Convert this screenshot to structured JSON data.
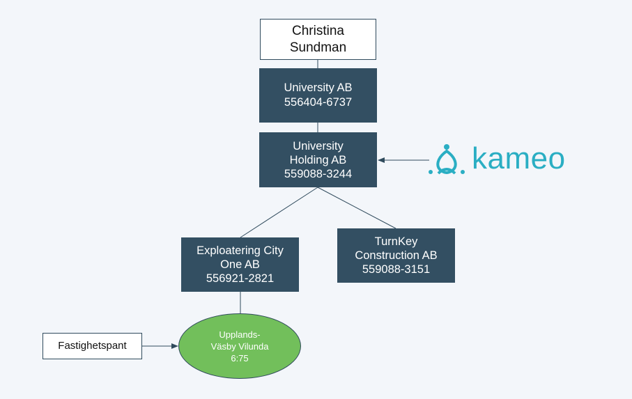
{
  "person": {
    "line1": "Christina",
    "line2": "Sundman"
  },
  "companies": {
    "university_ab": {
      "line1": "University AB",
      "line2": "556404-6737"
    },
    "university_holding": {
      "line1": "University",
      "line2": "Holding AB",
      "line3": "559088-3244"
    },
    "exploatering": {
      "line1": "Exploatering City",
      "line2": "One AB",
      "line3": "556921-2821"
    },
    "turnkey": {
      "line1": "TurnKey",
      "line2": "Construction AB",
      "line3": "559088-3151"
    }
  },
  "property": {
    "line1": "Upplands-",
    "line2": "Väsby Vilunda",
    "line3": "6:75"
  },
  "collateral": {
    "label": "Fastighetspant"
  },
  "lender": {
    "logo_text": "kameo",
    "icon": "kameo-logo-icon"
  },
  "colors": {
    "background": "#f3f6fa",
    "dark_box": "#334f62",
    "green": "#72bf5b",
    "kameo_teal": "#2aaec3"
  }
}
